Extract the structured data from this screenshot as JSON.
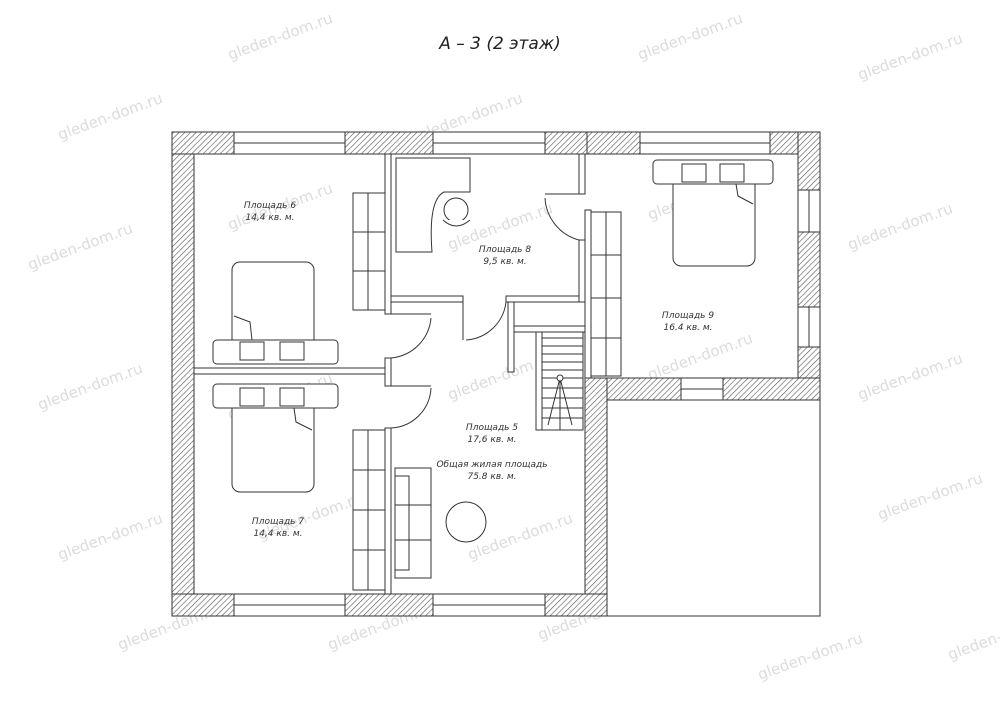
{
  "title": "А – 3 (2 этаж)",
  "watermark": "gleden-dom.ru",
  "colors": {
    "wall_hatch": "#555555",
    "line": "#333333",
    "watermark": "#dcdcdc"
  },
  "rooms": [
    {
      "id": "room-6",
      "name": "Площадь 6",
      "area": "14,4 кв. м."
    },
    {
      "id": "room-7",
      "name": "Площадь 7",
      "area": "14,4 кв. м."
    },
    {
      "id": "room-8",
      "name": "Площадь 8",
      "area": "9,5 кв. м."
    },
    {
      "id": "room-9",
      "name": "Площадь 9",
      "area": "16.4 кв. м."
    },
    {
      "id": "room-5",
      "name": "Площадь 5",
      "area": "17,6 кв. м."
    }
  ],
  "total": {
    "label": "Общая жилая площадь",
    "value": "75.8 кв. м."
  }
}
